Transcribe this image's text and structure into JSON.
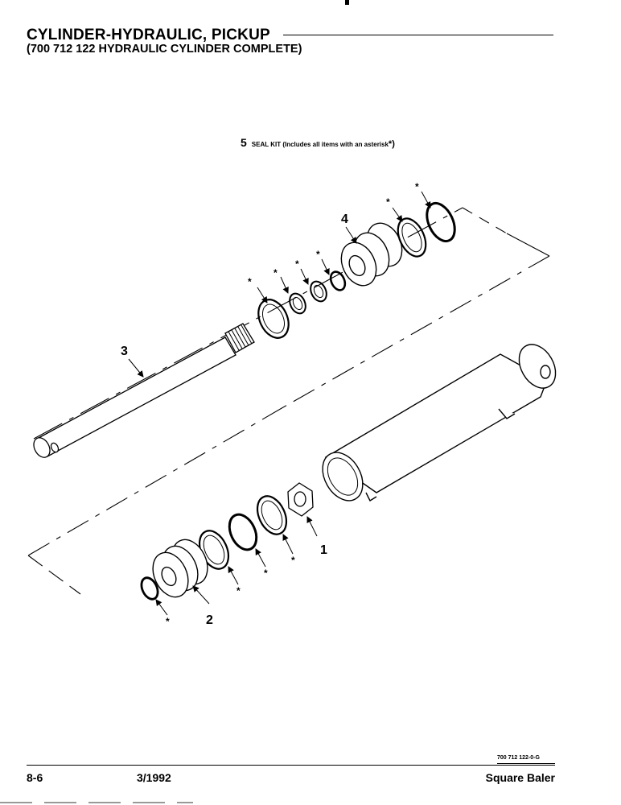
{
  "header": {
    "title": "CYLINDER-HYDRAULIC, PICKUP",
    "subtitle": "(700 712 122 HYDRAULIC CYLINDER COMPLETE)"
  },
  "seal_kit": {
    "number": "5",
    "label": "SEAL KIT (Includes all items with an asterisk",
    "mark": "*)"
  },
  "callouts": {
    "part1": "1",
    "part2": "2",
    "part3": "3",
    "part4": "4",
    "asterisk": "*"
  },
  "footer": {
    "doc_code": "700 712 122-0-G",
    "page": "8-6",
    "date": "3/1992",
    "machine": "Square Baler"
  }
}
